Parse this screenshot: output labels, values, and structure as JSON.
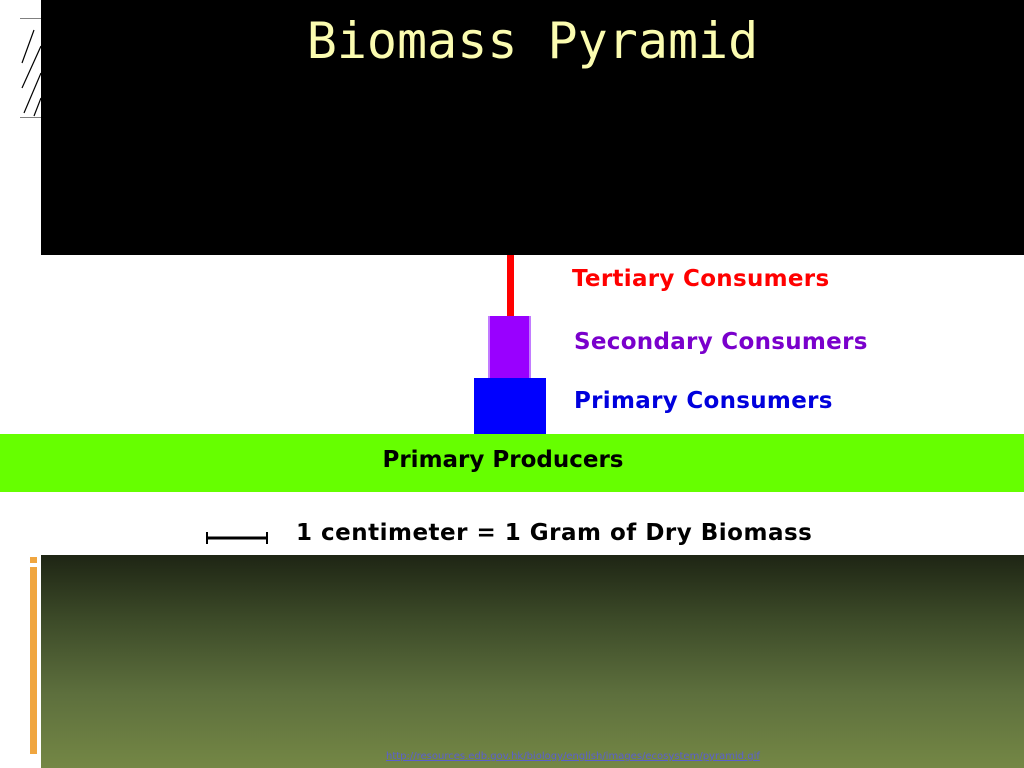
{
  "title": "Biomass Pyramid",
  "levels": {
    "tertiary": "Tertiary Consumers",
    "secondary": "Secondary Consumers",
    "primary": "Primary Consumers",
    "producers": "Primary Producers"
  },
  "scale": {
    "label": "1 centimeter = 1 Gram of Dry Biomass"
  },
  "source": {
    "link_text": "http://resources.edb.gov.hk/biology/english/images/ecosystem/pyramid.gif"
  },
  "colors": {
    "title_text": "#fbfcb0",
    "tertiary": "#ff0000",
    "secondary": "#9900ff",
    "primary": "#0000ff",
    "producers": "#66ff00",
    "accent": "#f0a640"
  }
}
